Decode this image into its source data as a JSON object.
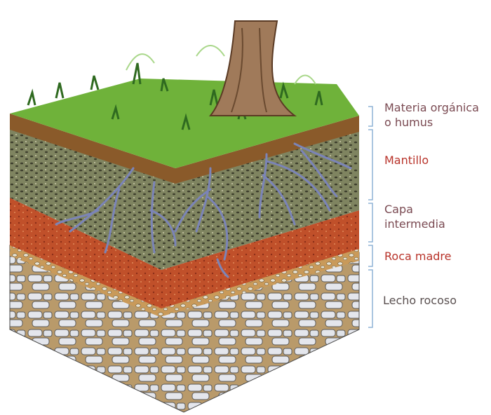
{
  "layers": [
    {
      "id": "humus",
      "lines": [
        "Materia orgánica",
        "o humus"
      ],
      "color": "#7a4a52"
    },
    {
      "id": "mantillo",
      "lines": [
        "Mantillo"
      ],
      "color": "#b8332a"
    },
    {
      "id": "capa",
      "lines": [
        "Capa",
        "intermedia"
      ],
      "color": "#7a4a52"
    },
    {
      "id": "roca",
      "lines": [
        "Roca madre"
      ],
      "color": "#b8332a"
    },
    {
      "id": "lecho",
      "lines": [
        "Lecho rocoso"
      ],
      "color": "#5a5050"
    }
  ],
  "colors": {
    "grass": "#6fb23a",
    "humus": "#8a5a2a",
    "mantillo": "#7f8460",
    "capa": "#c0502a",
    "roca": "#c99a5a",
    "bedrock_stone": "#e4e6ec",
    "roots": "#7b84b8",
    "bracket": "#8fb3d6"
  }
}
